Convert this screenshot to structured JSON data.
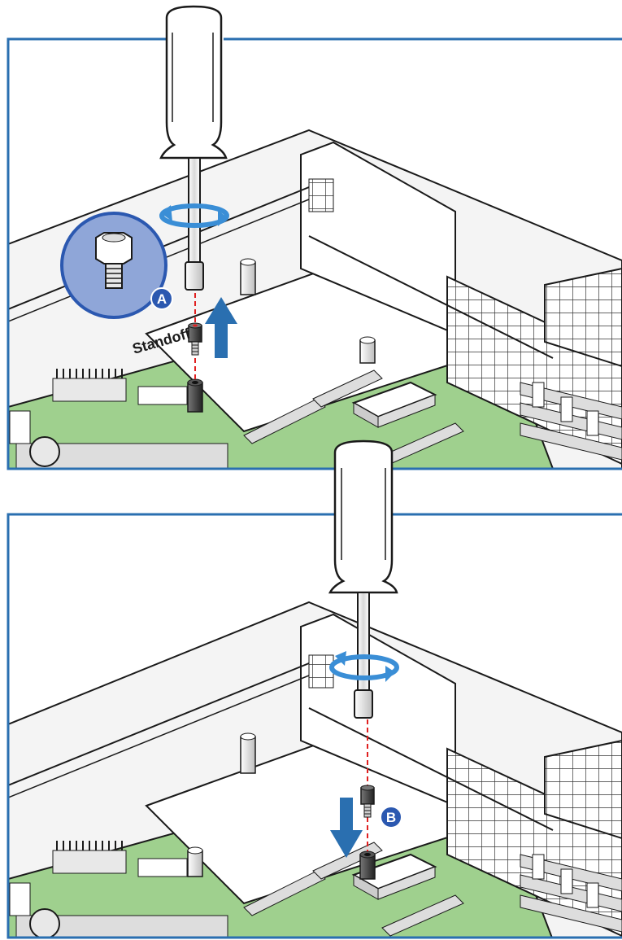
{
  "colors": {
    "frame": "#2a6fb0",
    "board": "#9fd08e",
    "board_dark": "#6aa55c",
    "chassis_top": "#f4f4f4",
    "line": "#1a1a1a",
    "rotate_arrow": "#3a8ed6",
    "callout_fill": "#8fa6d8",
    "callout_border": "#2b58b0",
    "badge": "#2b58b0",
    "arrow": "#2a6fb0",
    "dashed": "#e02020"
  },
  "panels": [
    {
      "standoff_label": "Standoff",
      "callout_label": "A",
      "screwdriver_rotation": "counterclockwise",
      "motion": "up"
    },
    {
      "callout_label": "B",
      "screwdriver_rotation": "clockwise",
      "motion": "down"
    }
  ]
}
